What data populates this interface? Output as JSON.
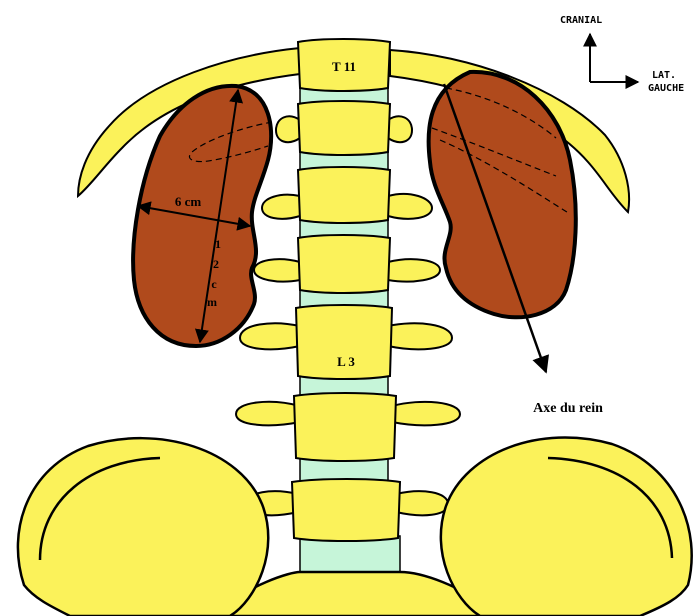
{
  "colors": {
    "bone": "#fbf25a",
    "bone_outline": "#000000",
    "disc": "#c6f5d9",
    "kidney": "#b04a1c",
    "background": "#ffffff"
  },
  "orientation": {
    "up_label": "CRANIAL",
    "right_label_line1": "LAT.",
    "right_label_line2": "GAUCHE"
  },
  "vertebra_labels": {
    "top": "T 11",
    "lower": "L 3"
  },
  "measurements": {
    "width_label": "6 cm",
    "length_chars": [
      "1",
      "2",
      "c",
      "m"
    ]
  },
  "axis_label": "Axe du rein"
}
